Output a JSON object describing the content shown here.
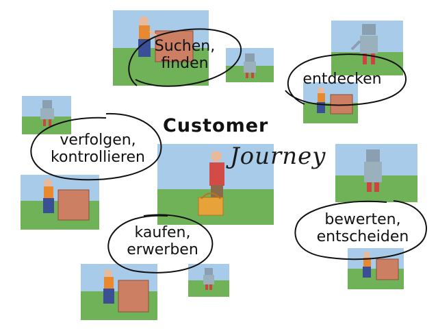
{
  "title": {
    "main": "Customer",
    "script": "Journey"
  },
  "stages": [
    {
      "lines": [
        "Suchen,",
        "finden"
      ]
    },
    {
      "lines": [
        "entdecken"
      ]
    },
    {
      "lines": [
        "verfolgen,",
        "kontrollieren"
      ]
    },
    {
      "lines": [
        "bewerten,",
        "entscheiden"
      ]
    },
    {
      "lines": [
        "kaufen,",
        "erwerben"
      ]
    }
  ],
  "colors": {
    "sky": "#9cc3e6",
    "grass": "#5fa84a",
    "box": "#c97b5e",
    "ink": "#111111"
  }
}
